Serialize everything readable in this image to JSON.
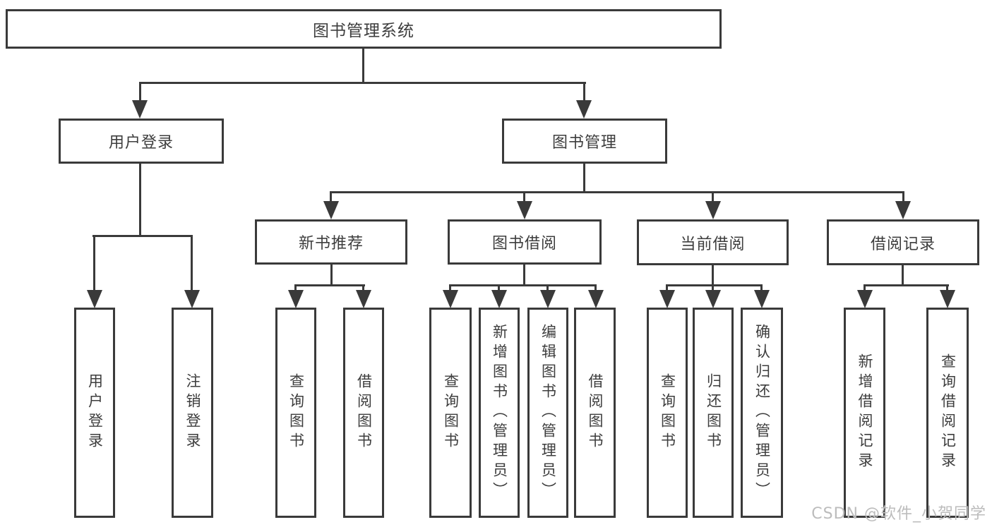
{
  "diagram": {
    "title": "图书管理系统",
    "root": {
      "label": "图书管理系统"
    },
    "branches": [
      {
        "label": "用户登录",
        "children": [
          {
            "label": "用户登录"
          },
          {
            "label": "注销登录"
          }
        ]
      },
      {
        "label": "图书管理",
        "children": [
          {
            "label": "新书推荐",
            "children": [
              {
                "label": "查询图书"
              },
              {
                "label": "借阅图书"
              }
            ]
          },
          {
            "label": "图书借阅",
            "children": [
              {
                "label": "查询图书"
              },
              {
                "label": "新增图书（管理员）"
              },
              {
                "label": "编辑图书（管理员）"
              },
              {
                "label": "借阅图书"
              }
            ]
          },
          {
            "label": "当前借阅",
            "children": [
              {
                "label": "查询图书"
              },
              {
                "label": "归还图书"
              },
              {
                "label": "确认归还（管理员）"
              }
            ]
          },
          {
            "label": "借阅记录",
            "children": [
              {
                "label": "新增借阅记录"
              },
              {
                "label": "查询借阅记录"
              }
            ]
          }
        ]
      }
    ]
  },
  "watermark": {
    "text": "CSDN @软件_小贺同学"
  },
  "colors": {
    "line": "#3a3a3a",
    "text": "#3d3d3d",
    "background": "#ffffff",
    "watermark": "#bcbcbc"
  }
}
